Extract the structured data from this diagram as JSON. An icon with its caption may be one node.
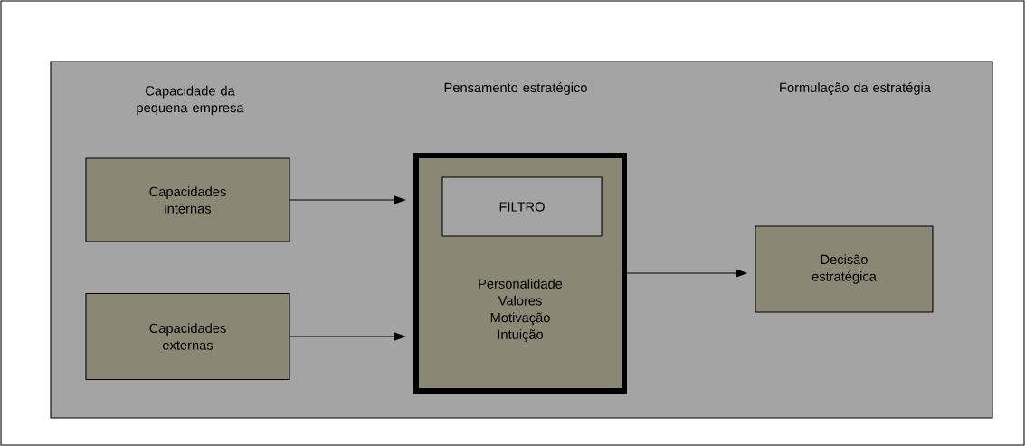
{
  "diagram": {
    "nodes": [
      {
        "text": [
          "Capacidade da pequena empresa",
          "Pensamento estratégico",
          "Formulação da estratégia"
        ]
      },
      {
        "text": [
          "Capacidades internas"
        ],
        "in": 0
      },
      {
        "text": [
          "Capacidades externas"
        ],
        "in": 0
      },
      {
        "text": [
          "Personalidade",
          "Valores",
          "Motivação",
          "Intuição"
        ],
        "in": 0
      },
      {
        "text": [
          "FILTRO"
        ],
        "in": 3
      },
      {
        "text": [
          "Decisão estratégica"
        ],
        "in": 0
      }
    ],
    "edges": [
      {
        "from": 1,
        "to": 3,
        "arrow": "to"
      },
      {
        "from": 2,
        "to": 3,
        "arrow": "to"
      },
      {
        "from": 3,
        "to": 5,
        "arrow": "to"
      }
    ]
  }
}
